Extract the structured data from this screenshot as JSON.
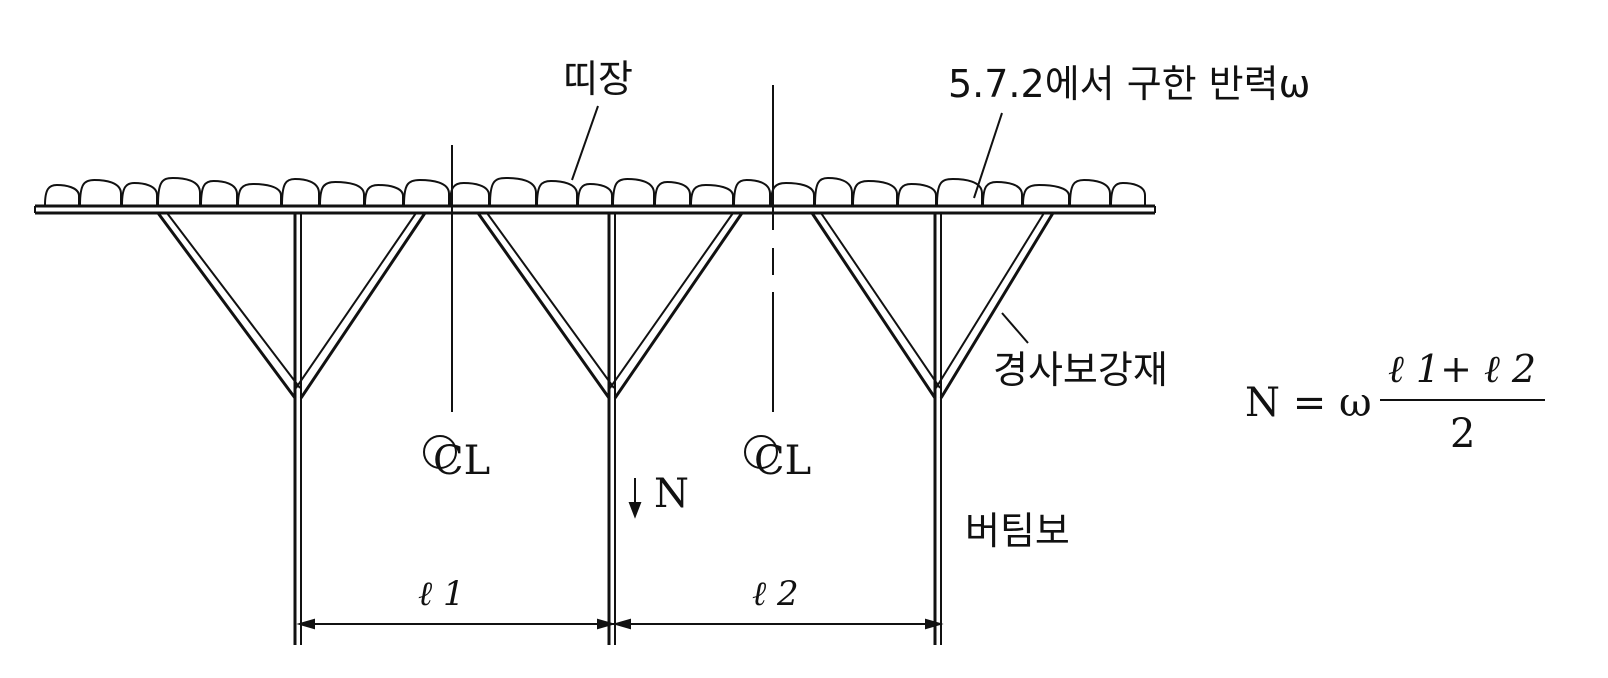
{
  "labels": {
    "lagging": "띠장",
    "reaction": "5.7.2에서 구한 반력ω",
    "brace": "경사보강재",
    "strut": "버팀보",
    "centerline": "CL",
    "axial_force": "N",
    "span1": "ℓ 1",
    "span2": "ℓ 2"
  },
  "formula": {
    "lhs": "N = ω",
    "numerator": "ℓ 1+ ℓ 2",
    "denominator": "2"
  },
  "colors": {
    "ink": "#111111",
    "background": "#ffffff"
  }
}
